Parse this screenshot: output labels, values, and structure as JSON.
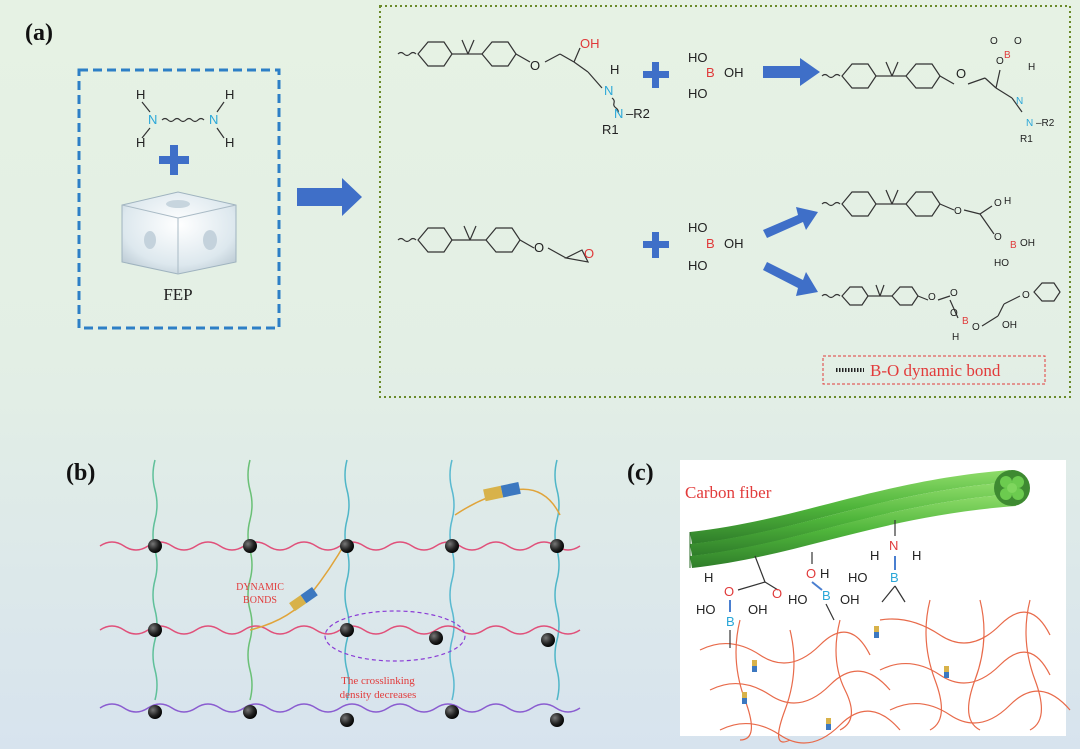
{
  "panels": {
    "a": {
      "label": "(a)"
    },
    "b": {
      "label": "(b)"
    },
    "c": {
      "label": "(c)"
    }
  },
  "panel_a": {
    "amine_atoms": {
      "n": "N",
      "h": "H"
    },
    "fep_label": "FEP",
    "legend": "B-O dynamic bond",
    "atoms": {
      "oh": "OH",
      "ho": "HO",
      "b": "B",
      "n": "N",
      "h": "H",
      "o": "O",
      "r1": "R1",
      "r2": "R2",
      "minus_r2": "–R2"
    }
  },
  "panel_b": {
    "dynamic_bonds": [
      "DYNAMIC",
      "BONDS"
    ],
    "crosslink_note": [
      "The crosslinking",
      "density decreases"
    ]
  },
  "panel_c": {
    "carbon_fiber": "Carbon fiber",
    "atoms": {
      "o": "O",
      "h": "H",
      "n": "N",
      "b": "B",
      "ho": "HO",
      "oh": "OH"
    }
  },
  "colors": {
    "arrow": "#3f6fc8",
    "plus": "#3f6fc8",
    "dashed_box": "#2d7fc6",
    "dotted_box": "#6a8a2a",
    "red_text": "#e23b3b",
    "nitrogen": "#2aa7d8",
    "fiber": "#5fbf4a"
  }
}
